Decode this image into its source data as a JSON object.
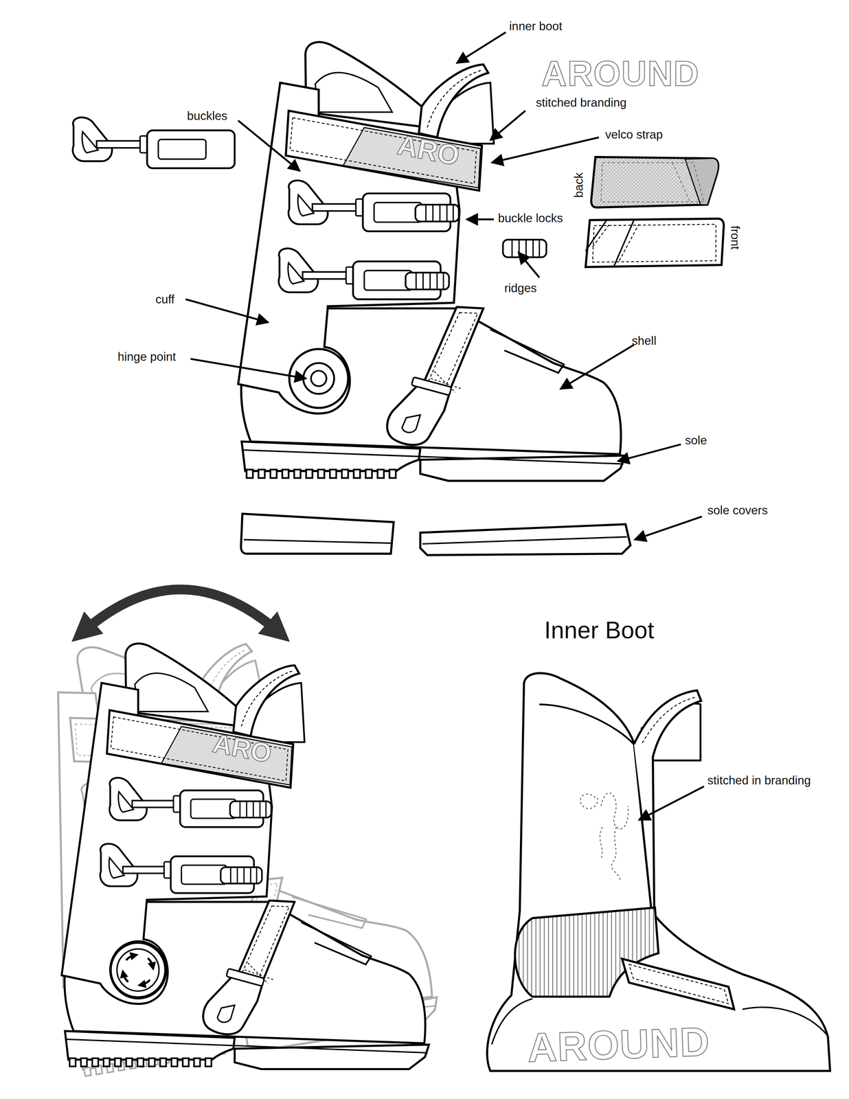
{
  "diagram": {
    "labels": [
      "inner boot",
      "AROUND",
      "stitched branding",
      "buckles",
      "velco strap",
      "ARO",
      "back",
      "buckle locks",
      "front",
      "ridges",
      "cuff",
      "hinge point",
      "shell",
      "sole",
      "sole covers",
      "Inner Boot",
      "ARO",
      "stitched in branding",
      "AROUND"
    ]
  }
}
